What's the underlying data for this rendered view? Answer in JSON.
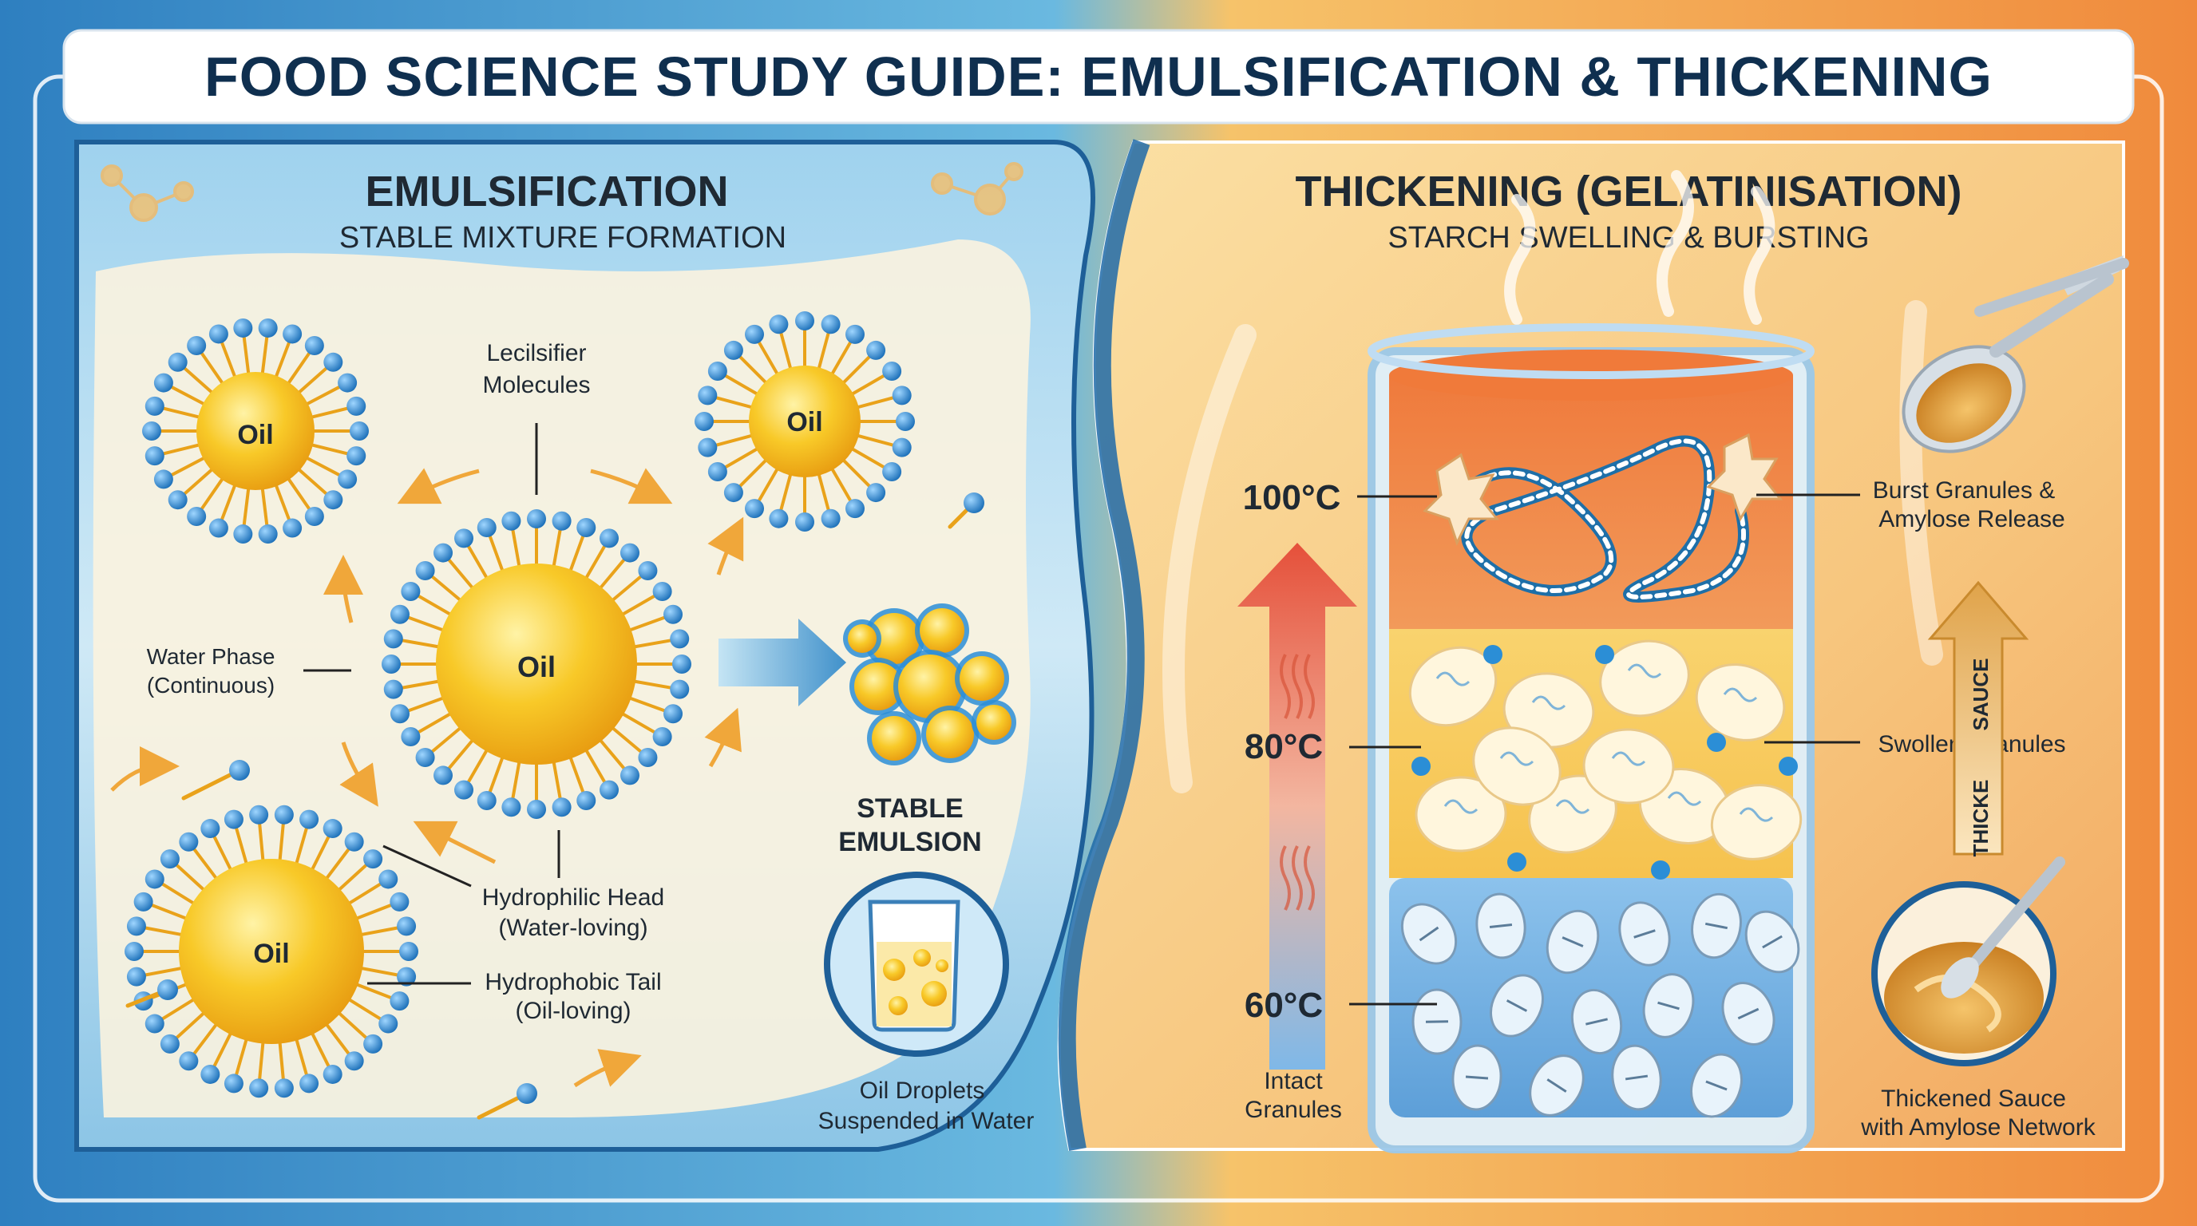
{
  "title": "FOOD SCIENCE STUDY GUIDE: EMULSIFICATION & THICKENING",
  "colors": {
    "blue_panel": "#3a8cc7",
    "orange_panel": "#f2a05a",
    "title_text": "#0f2f4f",
    "oil": "#f5b81e",
    "head": "#2b8ed6",
    "tail": "#e9a21a"
  },
  "emulsification": {
    "heading": "EMULSIFICATION",
    "subheading": "STABLE MIXTURE FORMATION",
    "oil_label": "Oil",
    "labels": {
      "emulsifier_line1": "Lecilsifier",
      "emulsifier_line2": "Molecules",
      "water_phase_line1": "Water Phase",
      "water_phase_line2": "(Continuous)",
      "head_line1": "Hydrophilic Head",
      "head_line2": "(Water-loving)",
      "tail_line1": "Hydrophobic Tail",
      "tail_line2": "(Oil-loving)",
      "stable_line1": "STABLE",
      "stable_line2": "EMULSION",
      "droplets_line1": "Oil Droplets",
      "droplets_line2": "Suspended in Water"
    },
    "icons": [
      "molecule-icon",
      "oil-droplet-icon",
      "beaker-icon",
      "arrow-right-icon"
    ]
  },
  "thickening": {
    "heading": "THICKENING (GELATINISATION)",
    "subheading": "STARCH SWELLING & BURSTING",
    "temps": {
      "t100": "100°C",
      "t80": "80°C",
      "t60": "60°C"
    },
    "labels": {
      "intact_line1": "Intact",
      "intact_line2": "Granules",
      "burst_line1": "Burst Granules &",
      "burst_line2": "Amylose Release",
      "swollen": "Swollen Granules",
      "arrow_top": "SAUCE",
      "arrow_bottom": "THICKE",
      "sauce_line1": "Thickened Sauce",
      "sauce_line2": "with Amylose Network"
    },
    "icons": [
      "beaker-icon",
      "spoon-icon",
      "steam-icon",
      "arrow-up-icon",
      "starch-granule-icon"
    ]
  }
}
